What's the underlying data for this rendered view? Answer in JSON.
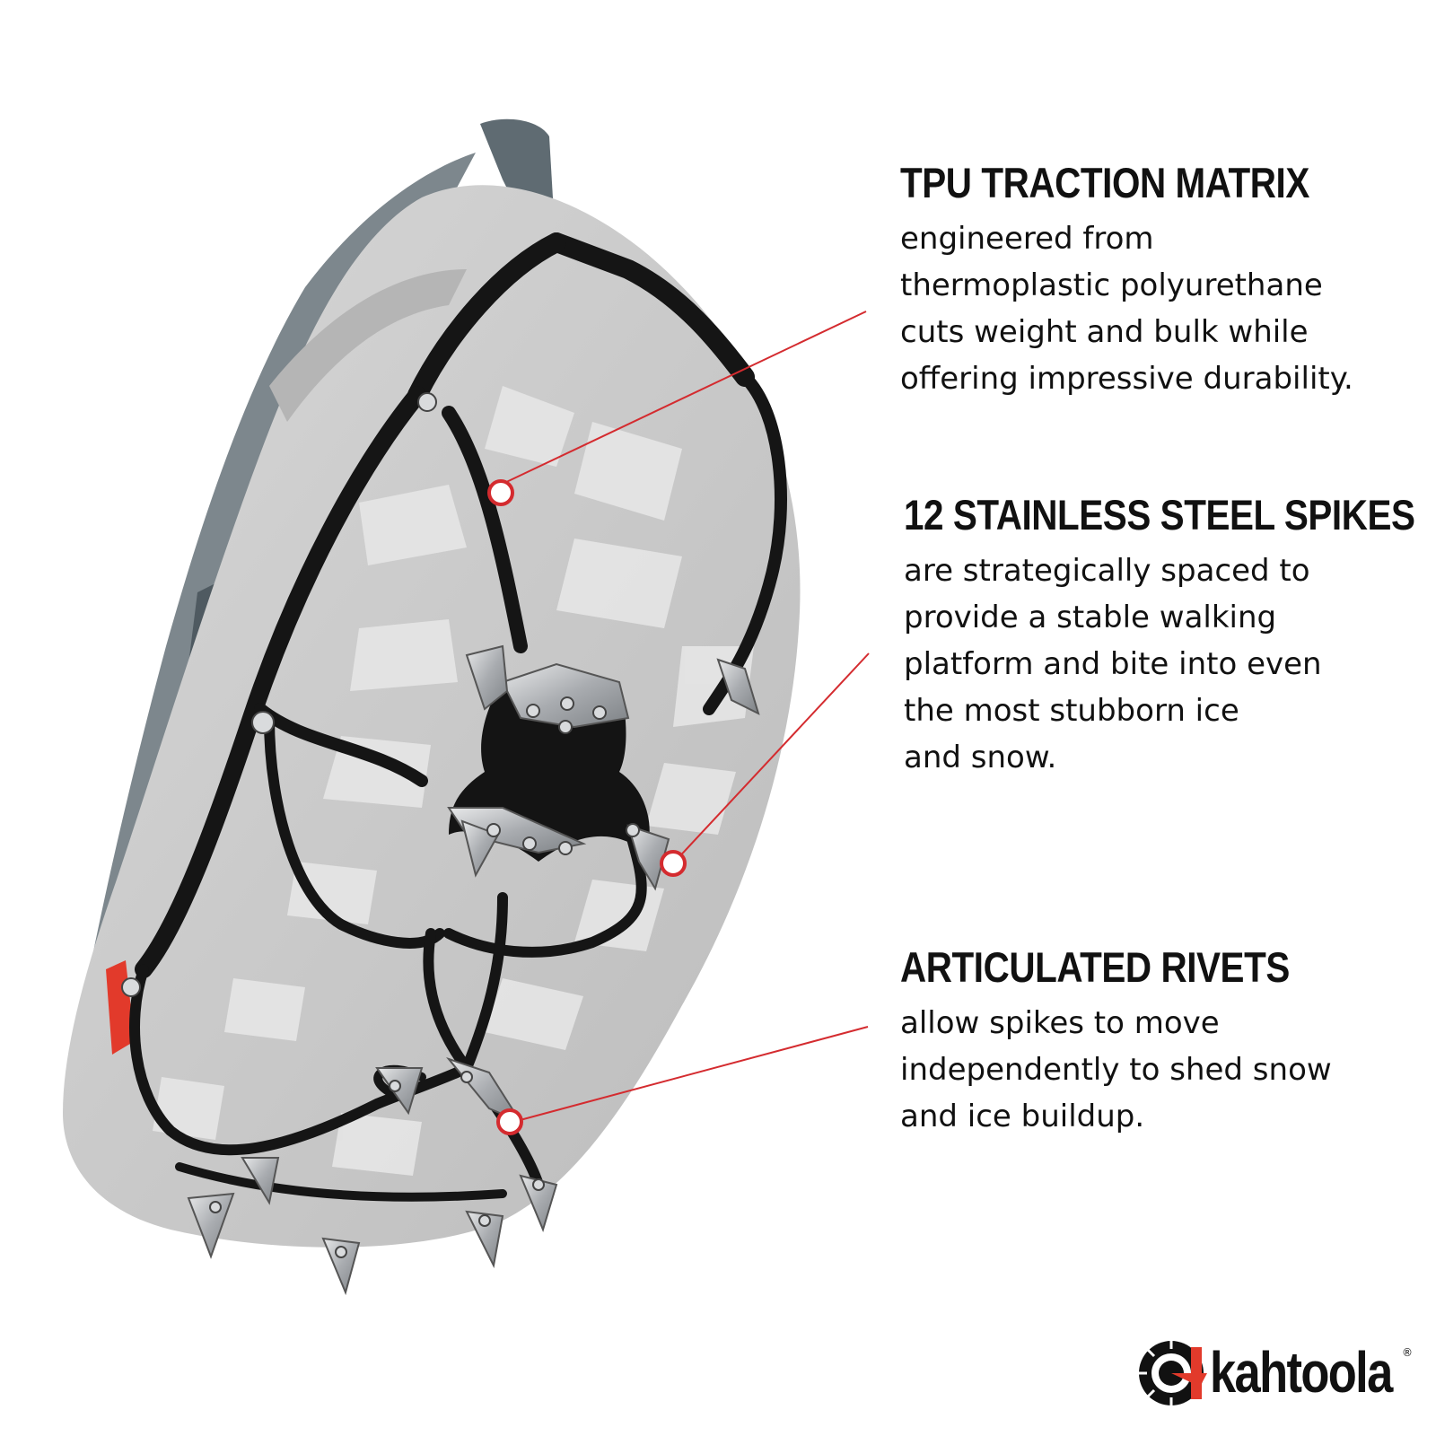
{
  "features": [
    {
      "title": "TPU TRACTION MATRIX",
      "lines": [
        "engineered from",
        "thermoplastic polyurethane",
        "cuts weight and bulk while",
        "offering impressive durability."
      ]
    },
    {
      "title": "12 STAINLESS STEEL SPIKES",
      "lines": [
        "are strategically spaced to",
        "provide a stable walking",
        "platform and bite into even",
        "the most stubborn ice",
        "and snow."
      ]
    },
    {
      "title": "ARTICULATED RIVETS",
      "lines": [
        "allow spikes to move",
        "independently to shed snow",
        "and ice buildup."
      ]
    }
  ],
  "brand": {
    "name": "kahtoola",
    "registered_mark": "®"
  },
  "colors": {
    "callout_line": "#d42b2f",
    "traction_black": "#151515",
    "sole_gray": "#c9c9c9",
    "upper_gray": "#6f7a80",
    "steel": "#b9bcc0",
    "accent_red": "#e23a2b"
  }
}
